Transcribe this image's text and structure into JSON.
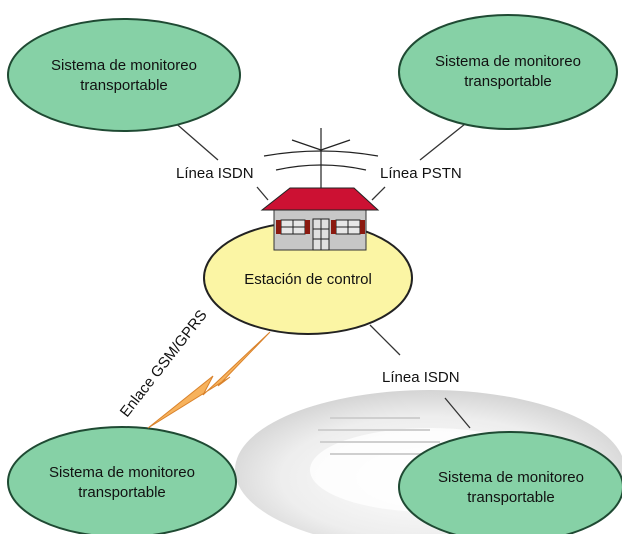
{
  "nodes": {
    "top_left": [
      "Sistema de monitoreo",
      "transportable"
    ],
    "top_right": [
      "Sistema de monitoreo",
      "transportable"
    ],
    "bottom_left": [
      "Sistema de monitoreo",
      "transportable"
    ],
    "bottom_right": [
      "Sistema de monitoreo",
      "transportable"
    ],
    "center": "Estación de control"
  },
  "links": {
    "top_left": "Línea ISDN",
    "top_right": "Línea PSTN",
    "bottom_left": "Enlace GSM/GPRS",
    "bottom_right": "Línea ISDN"
  },
  "colors": {
    "node_fill": "#86d1a6",
    "center_fill": "#fbf5a4",
    "roof": "#cc1133",
    "house_wall": "#c7c7c7",
    "lightning": "#f7b25c"
  }
}
